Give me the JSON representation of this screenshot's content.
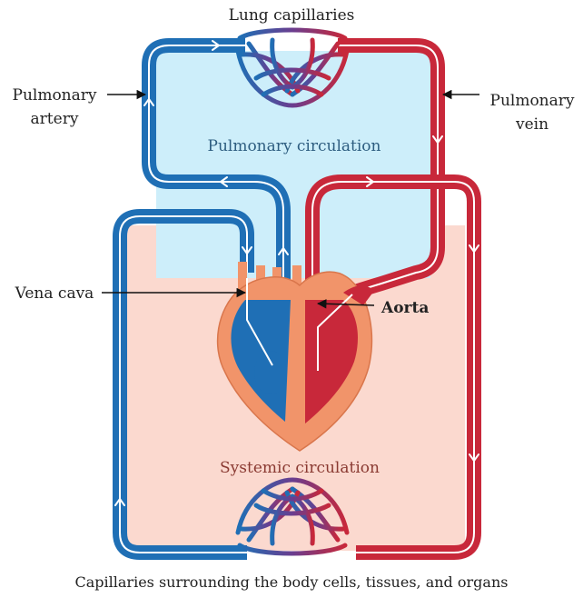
{
  "labels": {
    "lung_capillaries": "Lung capillaries",
    "pulmonary_artery_line1": "Pulmonary",
    "pulmonary_artery_line2": "artery",
    "pulmonary_vein_line1": "Pulmonary",
    "pulmonary_vein_line2": "vein",
    "pulmonary_circulation": "Pulmonary circulation",
    "vena_cava": "Vena cava",
    "aorta": "Aorta",
    "systemic_circulation": "Systemic circulation",
    "body_capillaries": "Capillaries surrounding the body cells, tissues, and organs"
  },
  "colors": {
    "oxygen_poor_blood": "#1f6fb5",
    "oxygen_rich_blood": "#c8283a",
    "pulmonary_region_fill": "#cdeefa",
    "systemic_region_fill": "#fbd9cf",
    "heart_muscle": "#f1946a"
  }
}
